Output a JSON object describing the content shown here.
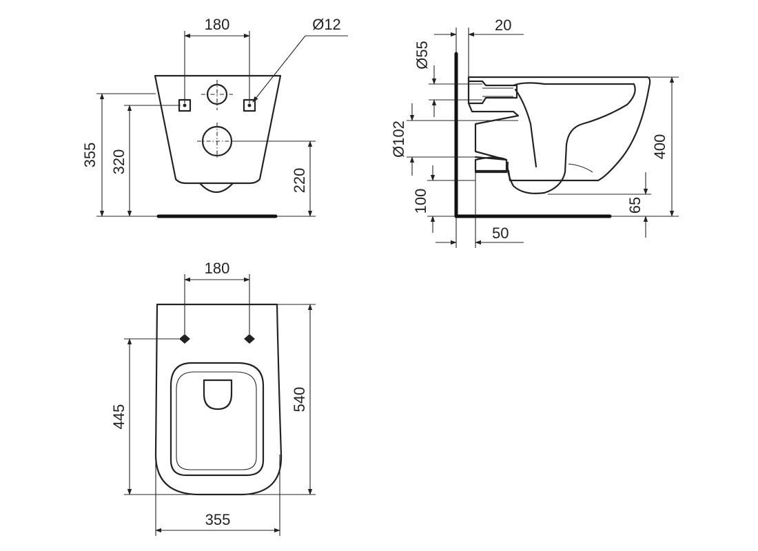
{
  "colors": {
    "ink": "#222222",
    "background": "#ffffff"
  },
  "front_view": {
    "dims": {
      "hole_spacing": "180",
      "bolt_hole_diameter": "Ø12",
      "total_height": "355",
      "bolt_height": "320",
      "outlet_height": "220"
    }
  },
  "side_view": {
    "dims": {
      "top_offset": "20",
      "inlet_diameter": "Ø55",
      "outlet_diameter": "Ø102",
      "bottom_height": "100",
      "overall_height": "400",
      "floor_gap": "65",
      "wall_offset": "50"
    }
  },
  "top_view": {
    "dims": {
      "hole_spacing": "180",
      "bolt_depth": "445",
      "overall_length": "540",
      "overall_width": "355"
    }
  }
}
